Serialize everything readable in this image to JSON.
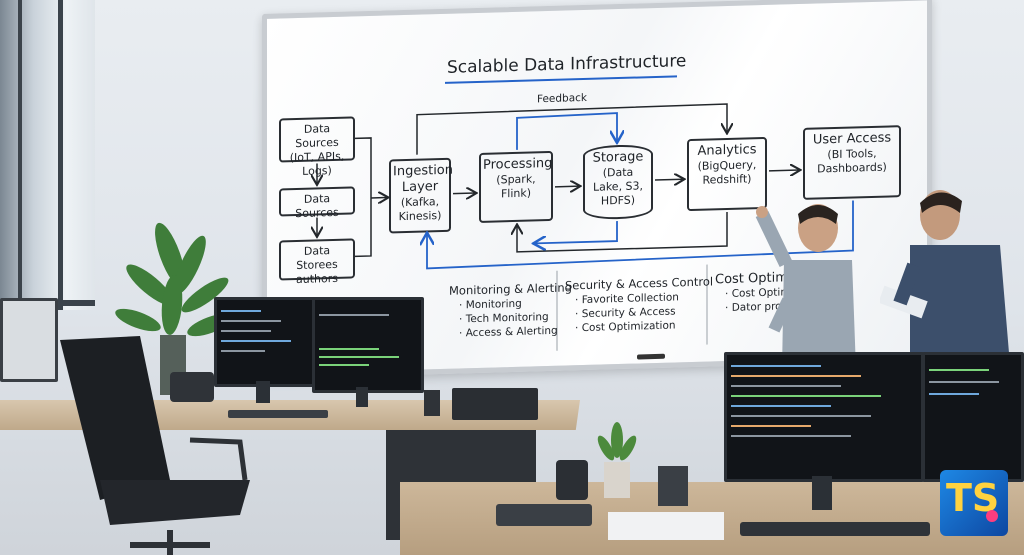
{
  "board": {
    "title": "Scalable Data Infrastructure",
    "feedback": "Feedback",
    "sources": [
      {
        "line1": "Data Sources",
        "line2": "(IoT, APIs, Logs)"
      },
      {
        "line1": "Data Sources",
        "line2": ""
      },
      {
        "line1": "Data Storees",
        "line2": "authors"
      }
    ],
    "stages": [
      {
        "title": "Ingestion Layer",
        "sub": "(Kafka, Kinesis)"
      },
      {
        "title": "Processing",
        "sub": "(Spark, Flink)"
      },
      {
        "title": "Storage",
        "sub": "(Data Lake, S3, HDFS)"
      },
      {
        "title": "Analytics",
        "sub": "(BigQuery, Redshift)"
      },
      {
        "title": "User Access",
        "sub": "(BI Tools, Dashboards)"
      }
    ],
    "monitoring": {
      "heading": "Monitoring & Alerting",
      "items": [
        "Monitoring",
        "Tech Monitoring",
        "Access & Alerting"
      ]
    },
    "security": {
      "heading": "Security & Access Control",
      "items": [
        "Favorite Collection",
        "Security & Access",
        "Cost Optimization"
      ]
    },
    "cost": {
      "heading": "Cost Optimizatio",
      "items": [
        "Cost Optimizati",
        "Dator proc"
      ]
    }
  },
  "logo": {
    "text": "TS",
    "colors": [
      "#1e88e5",
      "#ff3d7f",
      "#ffd23f"
    ]
  },
  "colors": {
    "marker_blue": "#2563c9",
    "marker_black": "#23272b"
  }
}
